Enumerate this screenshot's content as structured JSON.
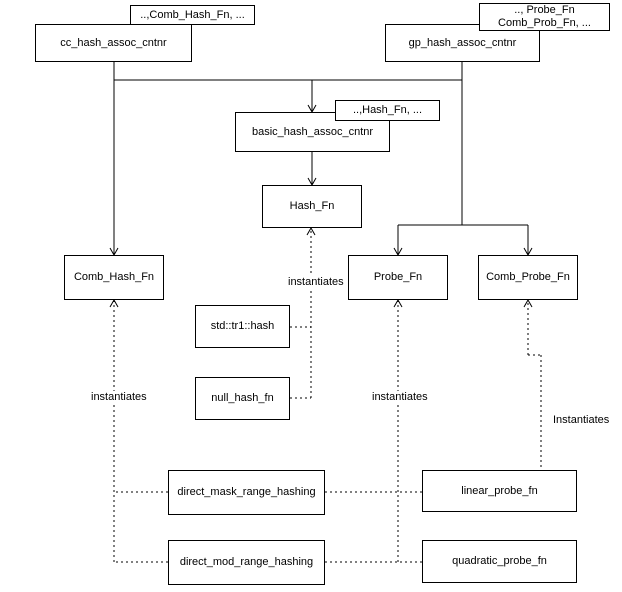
{
  "diagram": {
    "nodes": {
      "cc_tag": "..,Comb_Hash_Fn, ...",
      "cc": "cc_hash_assoc_cntnr",
      "gp_tag_line1": ".., Probe_Fn",
      "gp_tag_line2": "Comb_Prob_Fn, ...",
      "gp": "gp_hash_assoc_cntnr",
      "hash_tag": "..,Hash_Fn, ...",
      "basic": "basic_hash_assoc_cntnr",
      "hash_fn": "Hash_Fn",
      "comb_hash_fn": "Comb_Hash_Fn",
      "probe_fn": "Probe_Fn",
      "comb_probe_fn": "Comb_Probe_Fn",
      "std_tr1_hash": "std::tr1::hash",
      "null_hash_fn": "null_hash_fn",
      "direct_mask_range_hashing": "direct_mask_range_hashing",
      "direct_mod_range_hashing": "direct_mod_range_hashing",
      "linear_probe_fn": "linear_probe_fn",
      "quadratic_probe_fn": "quadratic_probe_fn"
    },
    "edge_labels": {
      "hash_instantiates": "instantiates",
      "comb_hash_instantiates": "instantiates",
      "probe_instantiates": "instantiates",
      "comb_probe_instantiates": "Instantiates"
    },
    "colors": {
      "line": "#000000",
      "box_border": "#000000",
      "background": "#ffffff"
    }
  }
}
